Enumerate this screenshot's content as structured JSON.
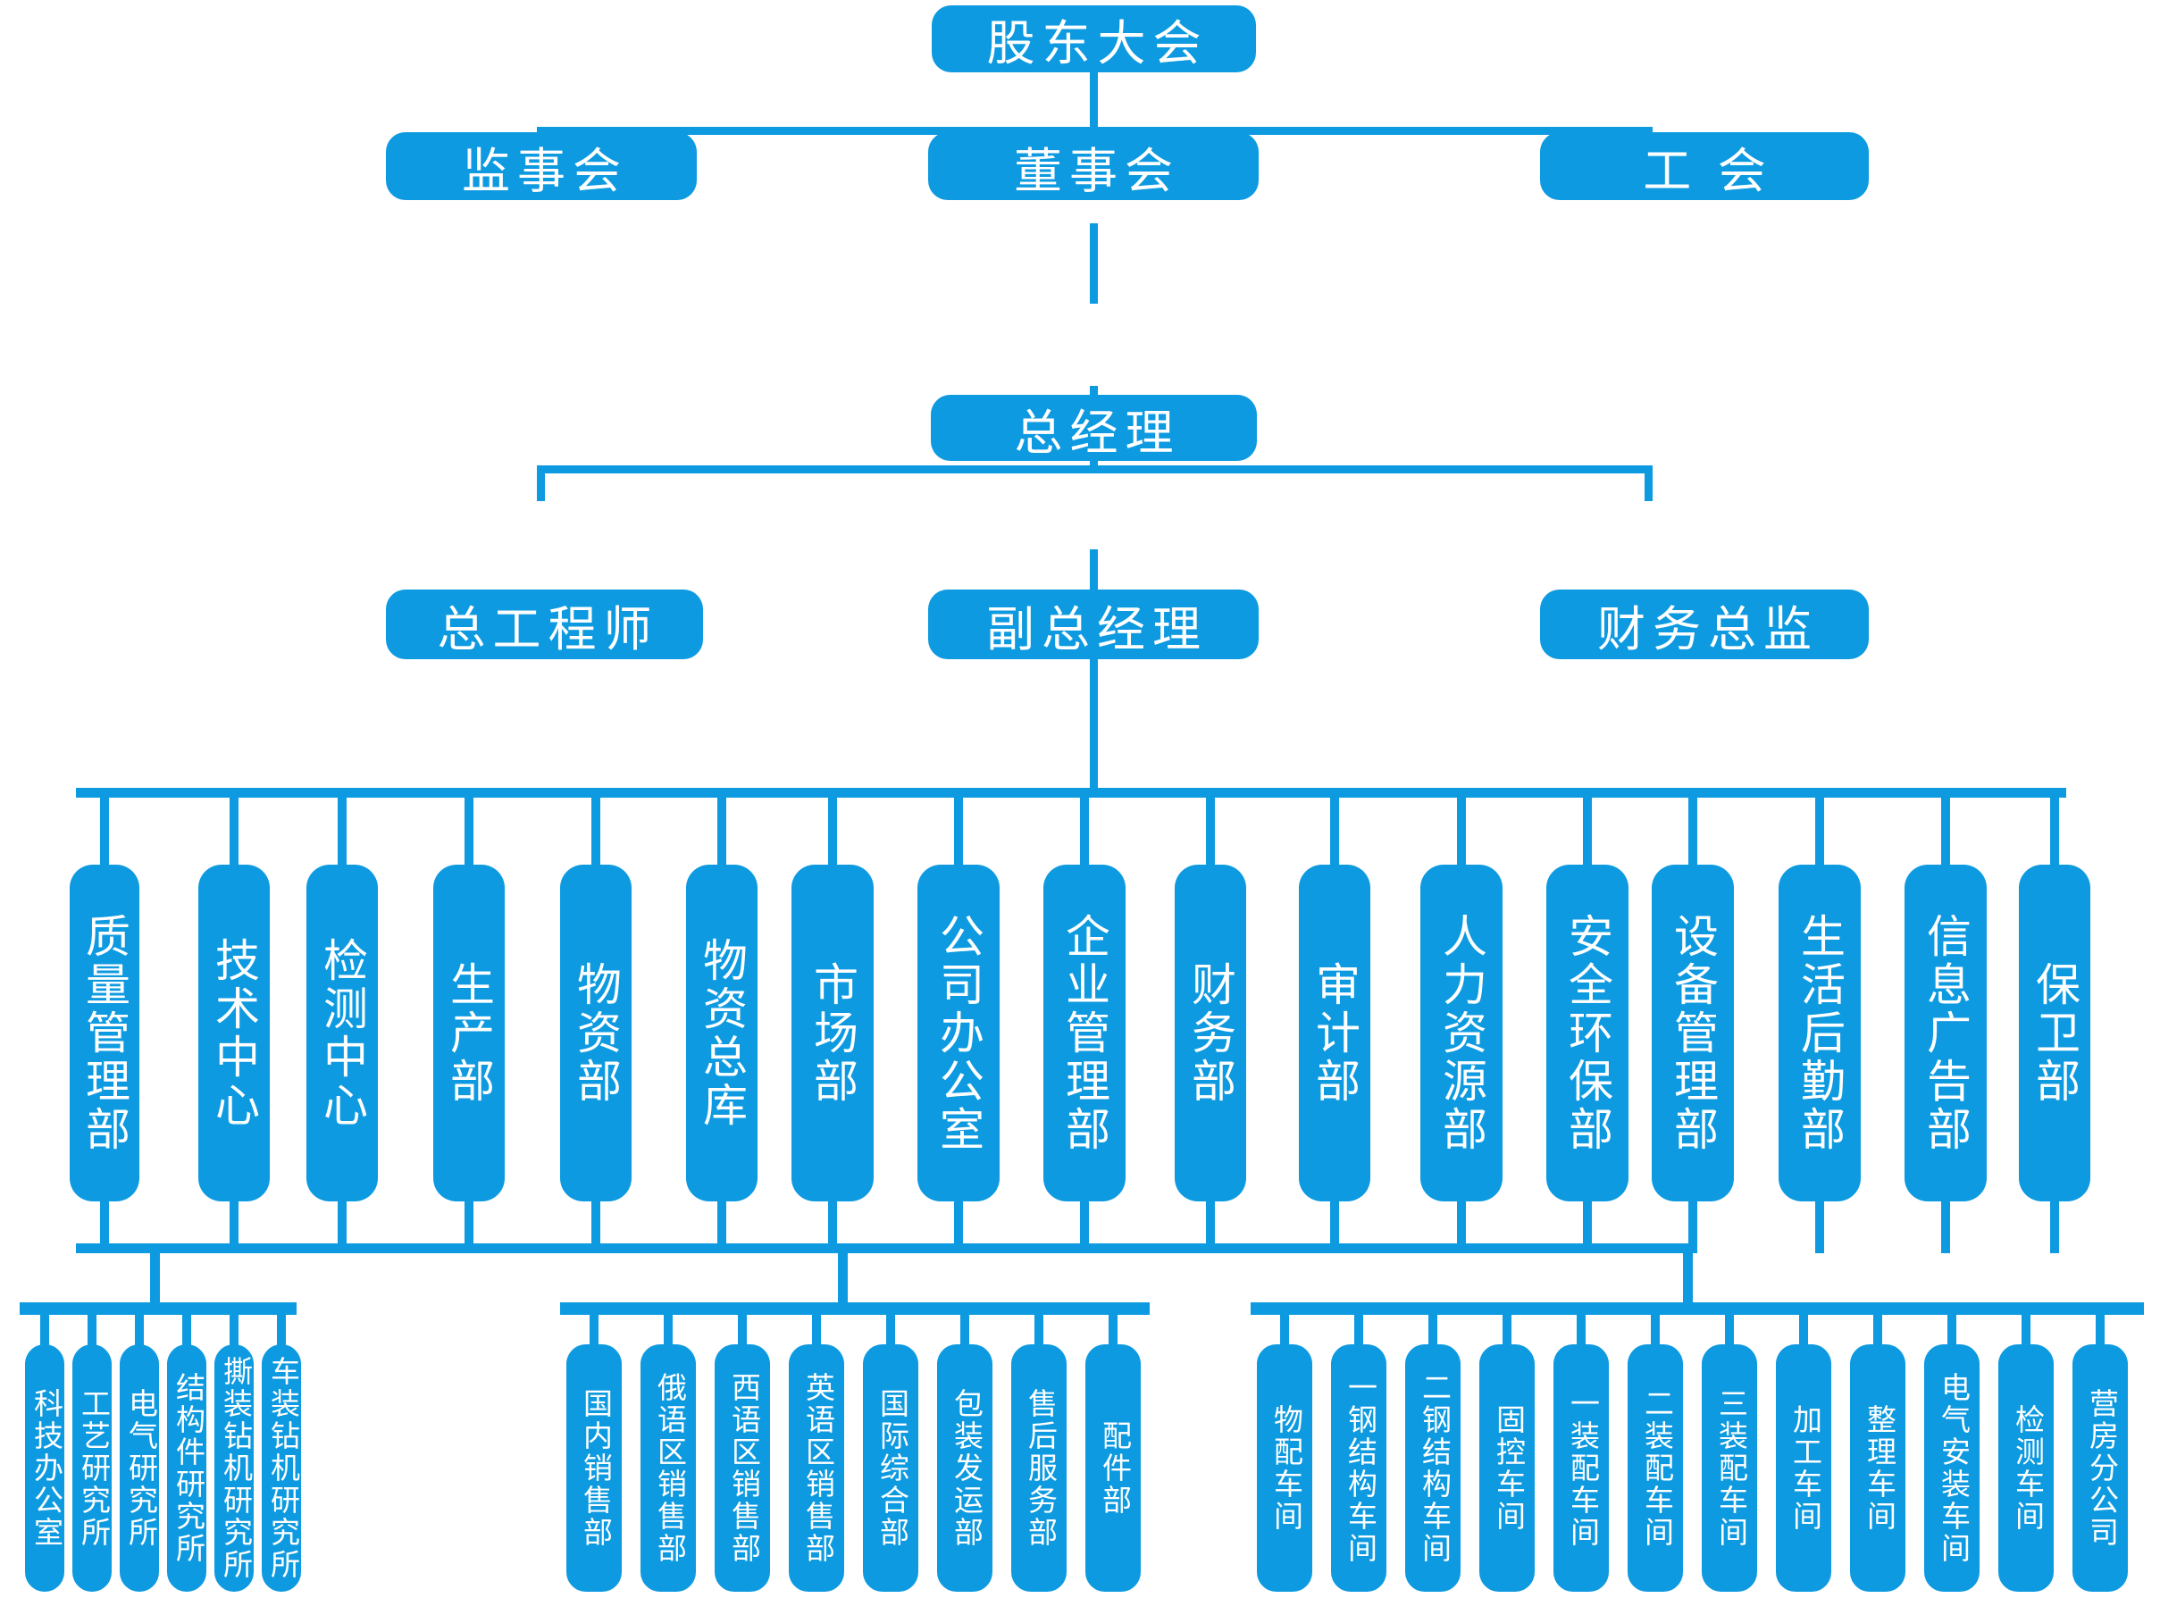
{
  "meta": {
    "title": "公司组织架构图",
    "accent_color": "#0d9ae0",
    "text_color": "#ffffff",
    "background_color": "#ffffff"
  },
  "level1": {
    "shareholders_meeting": "股东大会"
  },
  "level2": {
    "supervisory_board": "监事会",
    "board_of_directors": "董事会",
    "labor_union": "工 会"
  },
  "level3": {
    "general_manager": "总经理"
  },
  "level4": {
    "chief_engineer": "总工程师",
    "deputy_general_manager": "副总经理",
    "cfo": "财务总监"
  },
  "departments": [
    {
      "id": "quality-management",
      "label": "质量管理部"
    },
    {
      "id": "technology-center",
      "label": "技术中心"
    },
    {
      "id": "testing-center",
      "label": "检测中心"
    },
    {
      "id": "production",
      "label": "生产部"
    },
    {
      "id": "materials",
      "label": "物资部"
    },
    {
      "id": "materials-warehouse",
      "label": "物资总库"
    },
    {
      "id": "marketing",
      "label": "市场部"
    },
    {
      "id": "company-office",
      "label": "公司办公室"
    },
    {
      "id": "enterprise-management",
      "label": "企业管理部"
    },
    {
      "id": "finance",
      "label": "财务部"
    },
    {
      "id": "audit",
      "label": "审计部"
    },
    {
      "id": "human-resources",
      "label": "人力资源部"
    },
    {
      "id": "safety-environment",
      "label": "安全环保部"
    },
    {
      "id": "equipment-management",
      "label": "设备管理部"
    },
    {
      "id": "living-logistics",
      "label": "生活后勤部"
    },
    {
      "id": "information-advertising",
      "label": "信息广告部"
    },
    {
      "id": "security",
      "label": "保卫部"
    }
  ],
  "group_tech": [
    {
      "id": "sci-tech-office",
      "label": "科技办公室"
    },
    {
      "id": "process-institute",
      "label": "工艺研究所"
    },
    {
      "id": "electrical-institute",
      "label": "电气研究所"
    },
    {
      "id": "structural-parts-institute",
      "label": "结构件研究所"
    },
    {
      "id": "skid-rig-institute",
      "label": "撕装钻机研究所"
    },
    {
      "id": "truck-rig-institute",
      "label": "车装钻机研究所"
    }
  ],
  "group_market": [
    {
      "id": "domestic-sales",
      "label": "国内销售部"
    },
    {
      "id": "russian-sales",
      "label": "俄语区销售部"
    },
    {
      "id": "spanish-sales",
      "label": "西语区销售部"
    },
    {
      "id": "english-sales",
      "label": "英语区销售部"
    },
    {
      "id": "international-general",
      "label": "国际综合部"
    },
    {
      "id": "packaging-shipping",
      "label": "包装发运部"
    },
    {
      "id": "after-sales-service",
      "label": "售后服务部"
    },
    {
      "id": "spare-parts",
      "label": "配件部"
    }
  ],
  "group_production": [
    {
      "id": "material-distribution-workshop",
      "label": "物配车间"
    },
    {
      "id": "steel-structure-1-workshop",
      "label": "一钢结构车间"
    },
    {
      "id": "steel-structure-2-workshop",
      "label": "二钢结构车间"
    },
    {
      "id": "solids-control-workshop",
      "label": "固控车间"
    },
    {
      "id": "assembly-1-workshop",
      "label": "一装配车间"
    },
    {
      "id": "assembly-2-workshop",
      "label": "二装配车间"
    },
    {
      "id": "assembly-3-workshop",
      "label": "三装配车间"
    },
    {
      "id": "machining-workshop",
      "label": "加工车间"
    },
    {
      "id": "finishing-workshop",
      "label": "整理车间"
    },
    {
      "id": "electrical-install-workshop",
      "label": "电气安装车间"
    },
    {
      "id": "inspection-workshop",
      "label": "检测车间"
    },
    {
      "id": "barracks-branch",
      "label": "营房分公司"
    }
  ]
}
